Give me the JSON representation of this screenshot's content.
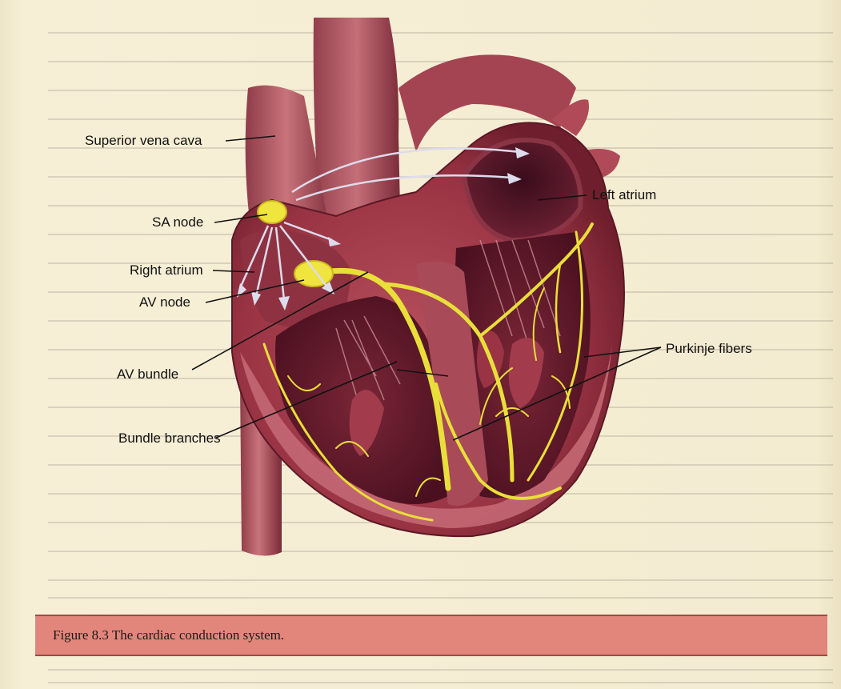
{
  "figure": {
    "caption": "Figure 8.3   The cardiac conduction system."
  },
  "labels": {
    "superior_vena_cava": "Superior vena cava",
    "sa_node": "SA node",
    "right_atrium": "Right atrium",
    "av_node": "AV node",
    "av_bundle": "AV bundle",
    "bundle_branches": "Bundle branches",
    "left_atrium": "Left atrium",
    "purkinje_fibers": "Purkinje fibers"
  },
  "colors": {
    "page_background": "#f4eccf",
    "caption_bar": "#e2867c",
    "conduction_pathway": "#e9df3a",
    "heart_muscle": "#b04050"
  }
}
